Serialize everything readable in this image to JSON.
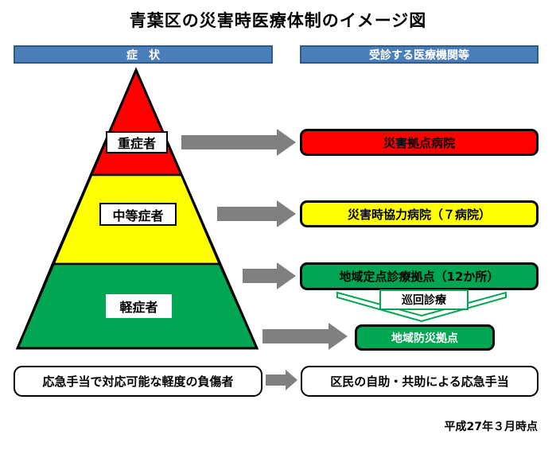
{
  "title": "青葉区の災害時医療体制のイメージ図",
  "headers": {
    "left": "症　状",
    "right": "受診する医療機関等"
  },
  "pyramid": {
    "levels": [
      {
        "label": "重症者",
        "color": "#ff0000"
      },
      {
        "label": "中等症者",
        "color": "#ffff00"
      },
      {
        "label": "軽症者",
        "color": "#00a651"
      }
    ]
  },
  "facilities": [
    {
      "label": "災害拠点病院",
      "color": "#ff0000"
    },
    {
      "label": "災害時協力病院（７病院）",
      "color": "#ffff00"
    },
    {
      "label": "地域定点診療拠点（12か所）",
      "color": "#00a651"
    },
    {
      "label": "地域防災拠点",
      "color": "#00a651"
    }
  ],
  "patrol_label": "巡回診療",
  "bottom": {
    "left": "応急手当で対応可能な軽度の負傷者",
    "right": "区民の自助・共助による応急手当"
  },
  "footnote": "平成27年３月時点",
  "colors": {
    "header_blue": "#4a7ebb",
    "header_border": "#2e5c8a",
    "red": "#ff0000",
    "yellow": "#ffff00",
    "green": "#00a651",
    "arrow_gray": "#808080",
    "chevron_green": "#00a651"
  }
}
